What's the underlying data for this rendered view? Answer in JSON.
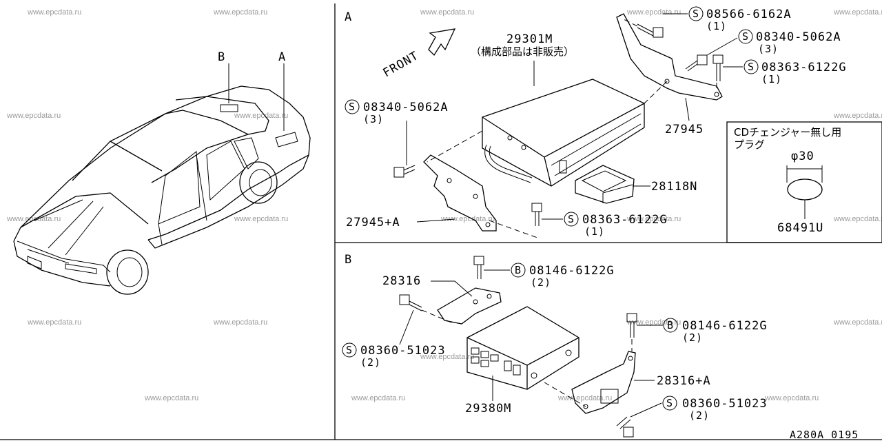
{
  "watermark": "www.epcdata.ru",
  "overview": {
    "label_a": "A",
    "label_b": "B"
  },
  "section_a": {
    "title": "A",
    "front_label": "FRONT",
    "main_unit": {
      "part": "29301M",
      "note": "（構成部品は非販売）"
    },
    "screw_top1": {
      "symbol": "S",
      "part": "08566-6162A",
      "qty": "(1)"
    },
    "screw_top2": {
      "symbol": "S",
      "part": "08340-5062A",
      "qty": "(3)"
    },
    "screw_top3": {
      "symbol": "S",
      "part": "08363-6122G",
      "qty": "(1)"
    },
    "screw_left": {
      "symbol": "S",
      "part": "08340-5062A",
      "qty": "(3)"
    },
    "screw_bottom": {
      "symbol": "S",
      "part": "08363-6122G",
      "qty": "(1)"
    },
    "bracket_right": "27945",
    "bracket_left": "27945+A",
    "cartridge": "28118N",
    "inset": {
      "title_line1": "CDチェンジャー無し用",
      "title_line2": "プラグ",
      "dimension": "φ30",
      "part": "68491U"
    }
  },
  "section_b": {
    "title": "B",
    "bracket_left": "28316",
    "bracket_right": "28316+A",
    "unit": "29380M",
    "bolt_top1": {
      "symbol": "B",
      "part": "08146-6122G",
      "qty": "(2)"
    },
    "bolt_top2": {
      "symbol": "B",
      "part": "08146-6122G",
      "qty": "(2)"
    },
    "screw_left": {
      "symbol": "S",
      "part": "08360-51023",
      "qty": "(2)"
    },
    "screw_right": {
      "symbol": "S",
      "part": "08360-51023",
      "qty": "(2)"
    }
  },
  "footer_code": "A280A 0195"
}
